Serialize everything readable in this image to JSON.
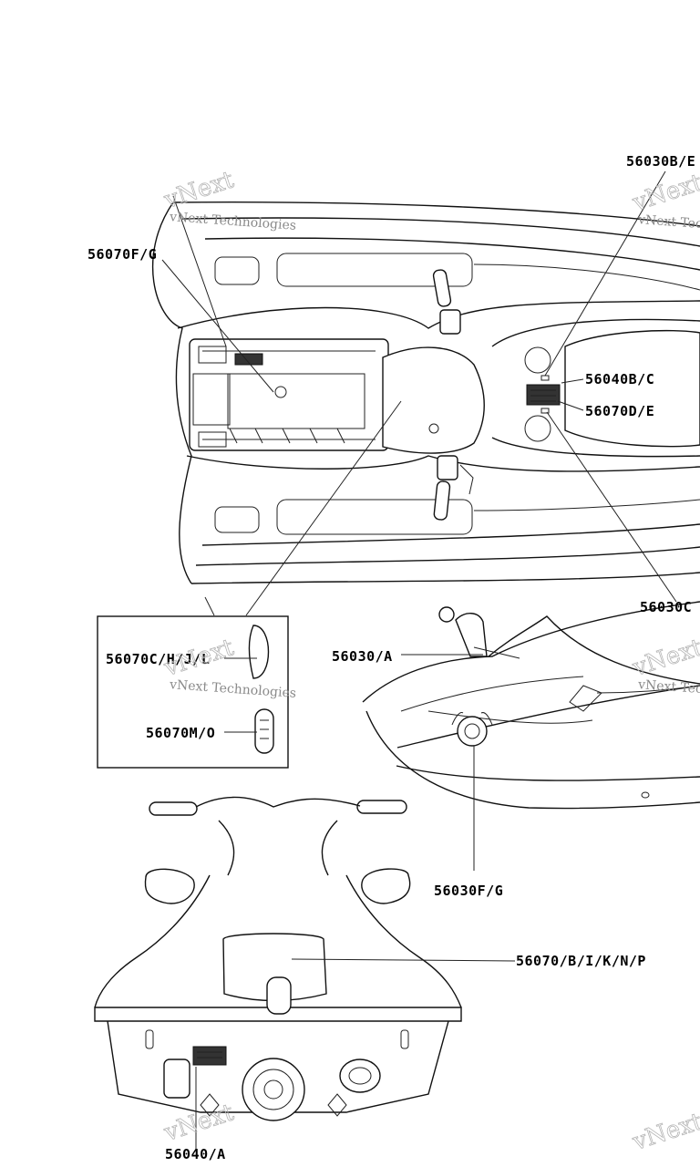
{
  "callouts": {
    "c1": "56030B/E",
    "c2": "56070F/G",
    "c3": "56040B/C",
    "c4": "56070D/E",
    "c5": "56030C",
    "c6": "56070C/H/J/L",
    "c7": "56030/A",
    "c8": "56070M/O",
    "c9": "56030F/G",
    "c10": "56070/B/I/K/N/P",
    "c11": "56040/A"
  },
  "watermark": {
    "brand": "vNext",
    "line1": "vNext Technologies",
    "word": "Technologies"
  }
}
